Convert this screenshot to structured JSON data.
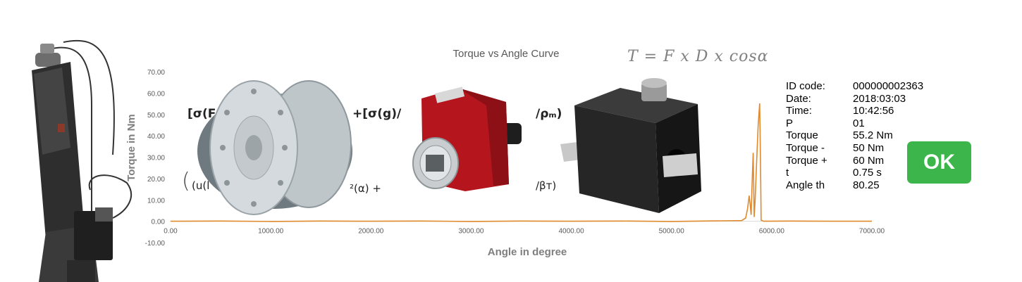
{
  "chart_data": {
    "type": "line",
    "title": "Torque vs Angle Curve",
    "xlabel": "Angle in degree",
    "ylabel": "Torque in Nm",
    "xlim": [
      0,
      7000
    ],
    "ylim": [
      -10,
      70
    ],
    "x_ticks": [
      "0.00",
      "1000.00",
      "2000.00",
      "3000.00",
      "4000.00",
      "5000.00",
      "6000.00",
      "7000.00"
    ],
    "y_ticks": [
      "70.00",
      "60.00",
      "50.00",
      "40.00",
      "30.00",
      "20.00",
      "10.00",
      "0.00",
      "-10.00"
    ],
    "line_color": "#e08a2e",
    "grid": false,
    "series": [
      {
        "points": [
          [
            0,
            0
          ],
          [
            500,
            0.1
          ],
          [
            1000,
            -0.1
          ],
          [
            1500,
            0.1
          ],
          [
            2000,
            0
          ],
          [
            2500,
            0.1
          ],
          [
            3000,
            -0.1
          ],
          [
            3500,
            0.1
          ],
          [
            4000,
            0
          ],
          [
            4500,
            0.1
          ],
          [
            5000,
            -0.1
          ],
          [
            5500,
            0.2
          ],
          [
            5700,
            0.3
          ],
          [
            5740,
            1.5
          ],
          [
            5760,
            6
          ],
          [
            5775,
            12
          ],
          [
            5785,
            8
          ],
          [
            5795,
            3
          ],
          [
            5805,
            18
          ],
          [
            5815,
            32
          ],
          [
            5825,
            2
          ],
          [
            5835,
            10
          ],
          [
            5850,
            28
          ],
          [
            5865,
            45
          ],
          [
            5880,
            55.2
          ],
          [
            5888,
            30
          ],
          [
            5895,
            0.5
          ],
          [
            5920,
            0
          ],
          [
            6200,
            0.1
          ],
          [
            6600,
            0
          ],
          [
            7000,
            0
          ]
        ]
      }
    ]
  },
  "formula": "T = F x D x cosα",
  "info": [
    {
      "key": "ID code:",
      "value": "000000002363"
    },
    {
      "key": "Date:",
      "value": "2018:03:03"
    },
    {
      "key": "Time:",
      "value": "10:42:56"
    },
    {
      "key": "P",
      "value": "01"
    },
    {
      "key": "Torque",
      "value": "55.2 Nm"
    },
    {
      "key": "Torque -",
      "value": "50 Nm"
    },
    {
      "key": "Torque +",
      "value": "60 Nm"
    },
    {
      "key": "t",
      "value": "0.75 s"
    },
    {
      "key": "Angle th",
      "value": "80.25"
    }
  ],
  "status": {
    "label": "OK",
    "color": "#3cb54a"
  },
  "formula_fragments": {
    "f1": "[σ(F",
    "f2": "+[σ(g)/",
    "f3": "/ρₘ)",
    "f4": "(u(l",
    "f5": "²(α)  +",
    "f6": "/βᴛ)"
  },
  "images": {
    "actuator": "servo-actuator-image",
    "flange_sensor": "flange-torque-sensor-image",
    "red_sensor": "red-rotary-torque-sensor-image",
    "black_sensor": "black-square-torque-sensor-image"
  }
}
